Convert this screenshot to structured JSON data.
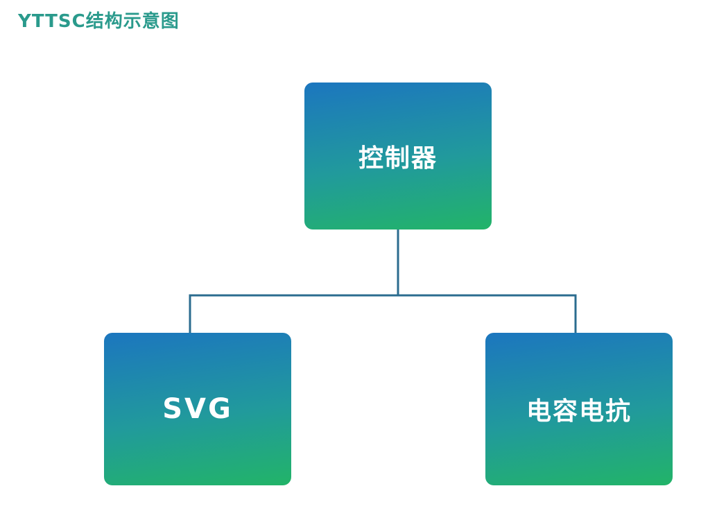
{
  "title": "YTTSC结构示意图",
  "nodes": {
    "controller": "控制器",
    "svg": "SVG",
    "capacitor": "电容电抗"
  },
  "colors": {
    "title": "#2a9a8c",
    "gradient_top": "#1c76bf",
    "gradient_mid": "#219a9c",
    "gradient_bottom": "#22b468",
    "connector": "#2b6c8f"
  }
}
